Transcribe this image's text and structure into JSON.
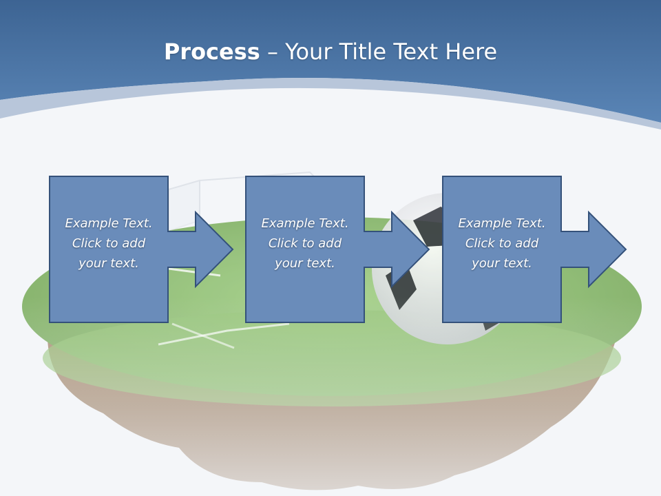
{
  "slide": {
    "title_bold": "Process",
    "title_rest": " – Your Title Text Here"
  },
  "steps": [
    {
      "lines": [
        "Example Text.",
        "Click  to add",
        "your text."
      ]
    },
    {
      "lines": [
        "Example Text.",
        "Click  to add",
        "your text."
      ]
    },
    {
      "lines": [
        "Example Text.",
        "Click  to add",
        "your text."
      ]
    }
  ],
  "colors": {
    "header_blue": "#4a72a3",
    "box_fill": "#6a8cba",
    "box_stroke": "#34517a",
    "grass": "#7fb35a",
    "soil": "#9c7a5a"
  }
}
